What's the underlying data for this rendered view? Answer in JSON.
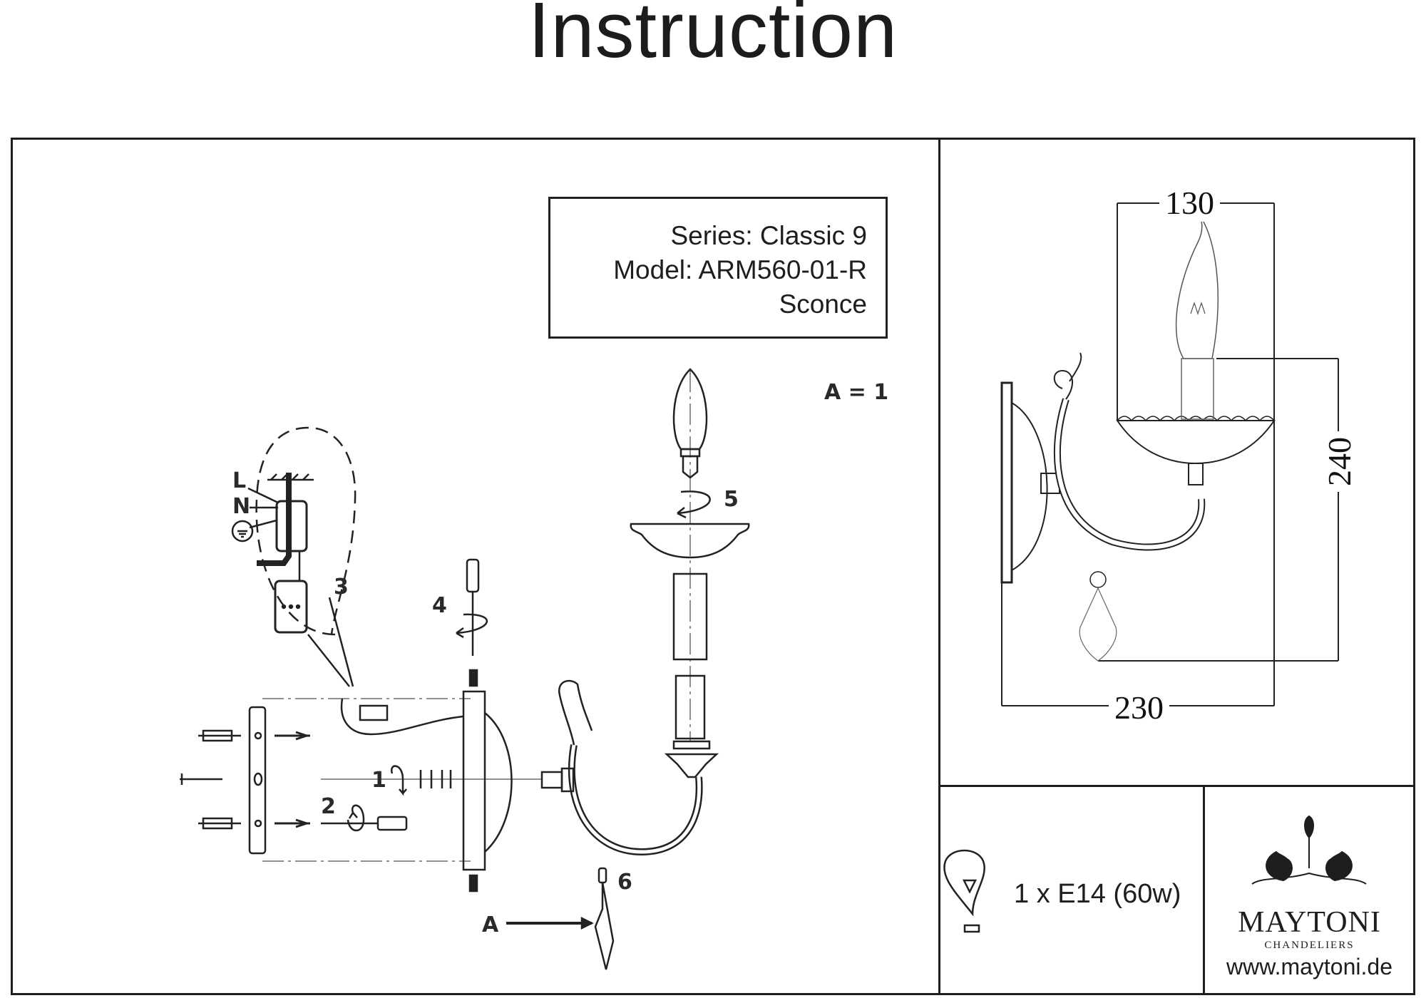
{
  "title": "Instruction",
  "product": {
    "series": "Series: Classic 9",
    "model": "Model: ARM560-01-R",
    "type": "Sconce"
  },
  "parts_note": "A = 1",
  "wiring": {
    "live_label": "L",
    "neutral_label": "N",
    "ground_icon": "ground-symbol"
  },
  "steps": [
    "1",
    "2",
    "3",
    "4",
    "5",
    "6"
  ],
  "part_label": "A",
  "dimensions": {
    "width_top": "130",
    "height": "240",
    "depth": "230"
  },
  "bulb": {
    "icon": "lightbulb-icon",
    "spec": "1 x E14 (60w)"
  },
  "brand": {
    "name": "MAYTONI",
    "subtitle": "CHANDELIERS",
    "url": "www.maytoni.de"
  }
}
